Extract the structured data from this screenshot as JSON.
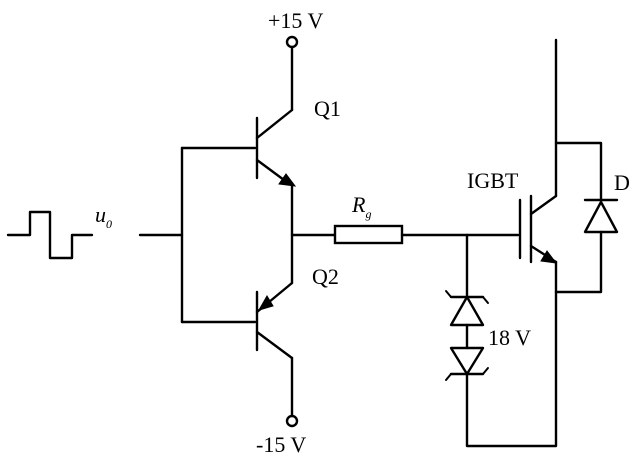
{
  "labels": {
    "vplus": "+15 V",
    "vminus": "-15 V",
    "q1": "Q1",
    "q2": "Q2",
    "rg_main": "R",
    "rg_sub": "g",
    "igbt": "IGBT",
    "d": "D",
    "zener": "18 V",
    "input_main": "u",
    "input_sub": "0"
  }
}
